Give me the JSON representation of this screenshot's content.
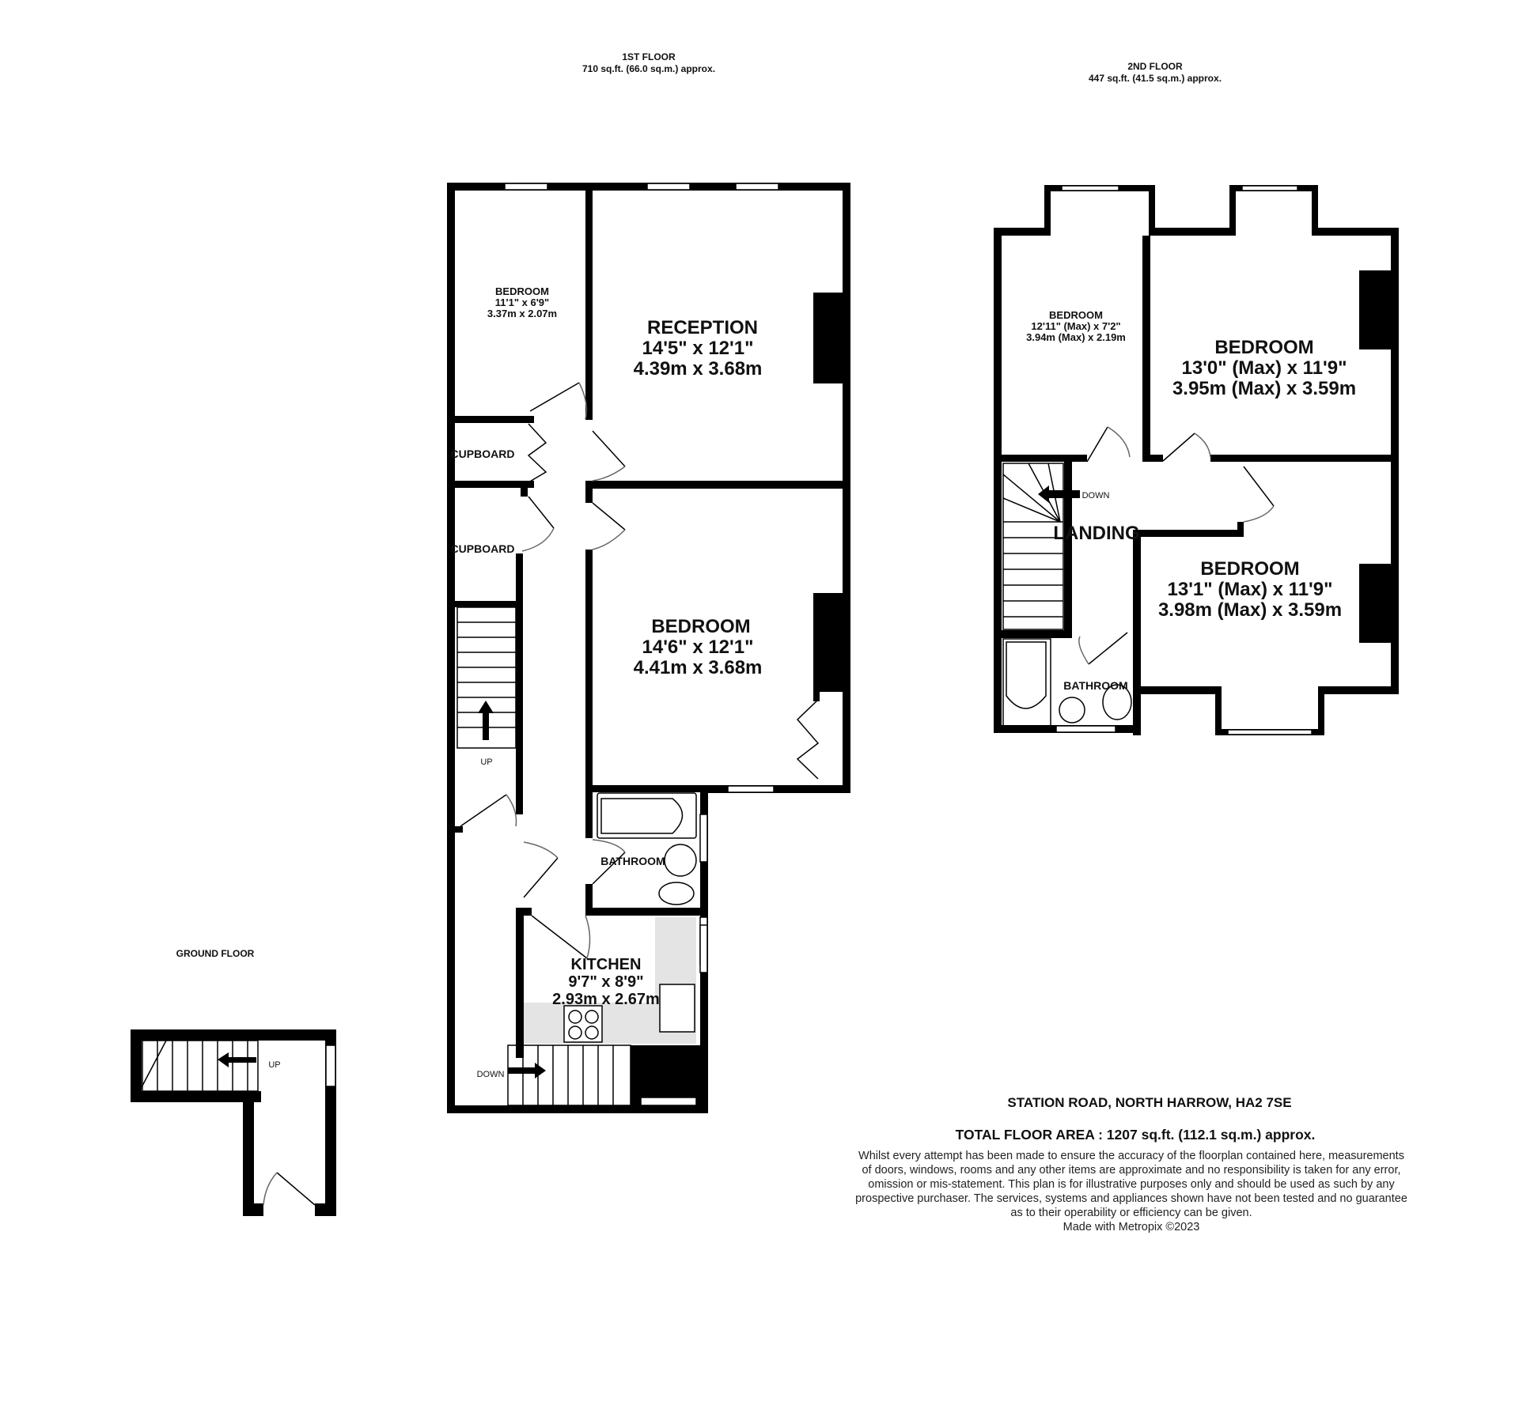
{
  "floors": {
    "first": {
      "title": "1ST FLOOR",
      "area": "710 sq.ft. (66.0 sq.m.) approx."
    },
    "second": {
      "title": "2ND FLOOR",
      "area": "447 sq.ft. (41.5 sq.m.) approx."
    },
    "ground": {
      "title": "GROUND FLOOR"
    }
  },
  "rooms": {
    "first_bedroom_small": {
      "name": "BEDROOM",
      "imperial": "11'1\"  x 6'9\"",
      "metric": "3.37m  x 2.07m"
    },
    "reception": {
      "name": "RECEPTION",
      "imperial": "14'5\"  x 12'1\"",
      "metric": "4.39m  x 3.68m"
    },
    "cupboard_1": {
      "name": "CUPBOARD"
    },
    "cupboard_2": {
      "name": "CUPBOARD"
    },
    "first_bedroom_large": {
      "name": "BEDROOM",
      "imperial": "14'6\"  x 12'1\"",
      "metric": "4.41m  x 3.68m"
    },
    "first_bathroom": {
      "name": "BATHROOM"
    },
    "kitchen": {
      "name": "KITCHEN",
      "imperial": "9'7\"  x 8'9\"",
      "metric": "2.93m  x 2.67m"
    },
    "second_bedroom_small": {
      "name": "BEDROOM",
      "imperial": "12'11\" (Max) x 7'2\"",
      "metric": "3.94m (Max) x 2.19m"
    },
    "second_bedroom_front": {
      "name": "BEDROOM",
      "imperial": "13'0\" (Max) x 11'9\"",
      "metric": "3.95m (Max) x 3.59m"
    },
    "second_bedroom_rear": {
      "name": "BEDROOM",
      "imperial": "13'1\" (Max) x 11'9\"",
      "metric": "3.98m (Max) x 3.59m"
    },
    "landing": {
      "name": "LANDING"
    },
    "second_bathroom": {
      "name": "BATHROOM"
    }
  },
  "stairs": {
    "first_up": "UP",
    "first_down": "DOWN",
    "second_down": "DOWN",
    "ground_up": "UP"
  },
  "footer": {
    "address": "STATION ROAD, NORTH HARROW, HA2 7SE",
    "total_area": "TOTAL FLOOR AREA : 1207 sq.ft. (112.1 sq.m.) approx.",
    "disclaimer_lines": [
      "Whilst every attempt has been made to ensure the accuracy of the floorplan contained here, measurements",
      "of doors, windows, rooms and any other items are approximate and no responsibility is taken for any error,",
      "omission or mis-statement. This plan is for illustrative purposes only and should be used as such by any",
      "prospective purchaser. The services, systems and appliances shown have not been tested and no guarantee",
      "as to their operability or efficiency can be given."
    ],
    "credit": "Made with Metropix ©2023"
  },
  "colors": {
    "wall": "#000000",
    "worktop": "#e4e4e4",
    "background": "#ffffff"
  }
}
